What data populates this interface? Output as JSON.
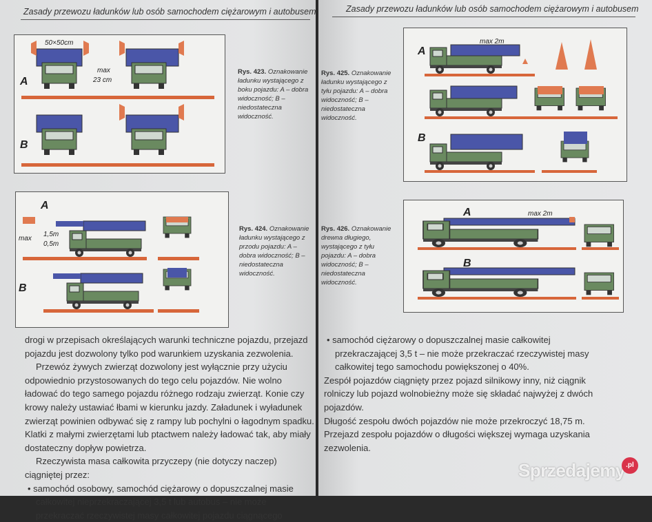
{
  "left_page": {
    "header": "Zasady przewozu ładunków lub osób samochodem ciężarowym i autobusem",
    "fig423": {
      "labels": [
        "A",
        "B"
      ],
      "dim_size": "50×50cm",
      "dim_max": "max",
      "dim_value": "23 cm",
      "caption_num": "Rys. 423.",
      "caption_text": "Oznakowanie ładunku wystającego z boku pojazdu: A – dobra widoczność; B – niedostateczna widoczność."
    },
    "fig424": {
      "labels": [
        "A",
        "B"
      ],
      "dim_max": "max",
      "dim_1": "1,5m",
      "dim_2": "0,5m",
      "caption_num": "Rys. 424.",
      "caption_text": "Oznakowanie ładunku wystającego z przodu pojazdu: A – dobra widoczność; B – niedostateczna widoczność."
    },
    "paragraphs": [
      "drogi w przepisach określających warunki techniczne pojazdu, przejazd pojazdu jest dozwolony tylko pod warunkiem uzyskania zezwolenia.",
      "Przewóz żywych zwierząt dozwolony jest wyłącznie przy użyciu odpowiednio przystosowanych do tego celu pojazdów. Nie wolno ładować do tego samego pojazdu różnego rodzaju zwierząt. Konie czy krowy należy ustawiać łbami w kierunku jazdy. Załadunek i wyładunek zwierząt powinien odbywać się z rampy lub pochylni o łagodnym spadku. Klatki z małymi zwierzętami lub ptactwem należy ładować tak, aby miały dostateczny dopływ powietrza.",
      "Rzeczywista masa całkowita przyczepy (nie dotyczy naczep) ciągniętej przez:",
      "samochód osobowy, samochód ciężarowy o dopuszczalnej masie całkowitej nieprzekraczającej 3,5 t lub autobus – nie może przekraczać rzeczywistej masy całkowitej pojazdu ciągnącego"
    ]
  },
  "right_page": {
    "header": "Zasady przewozu ładunków lub osób samochodem ciężarowym i autobusem",
    "fig425": {
      "labels": [
        "A",
        "B"
      ],
      "dim_value": "max 2m",
      "caption_num": "Rys. 425.",
      "caption_text": "Oznakowanie ładunku wystającego z tyłu pojazdu: A – dobra widoczność; B – niedostateczna widoczność."
    },
    "fig426": {
      "labels": [
        "A",
        "B"
      ],
      "dim_value": "max 2m",
      "caption_num": "Rys. 426.",
      "caption_text": "Oznakowanie drewna długiego, wystającego z tyłu pojazdu: A – dobra widoczność; B – niedostateczna widoczność."
    },
    "paragraphs": [
      "samochód ciężarowy o dopuszczalnej masie całkowitej przekraczającej 3,5 t – nie może przekraczać rzeczywistej masy całkowitej tego samochodu powiększonej o 40%.",
      "Zespół pojazdów ciągnięty przez pojazd silnikowy inny, niż ciągnik rolniczy lub pojazd wolnobieżny może się składać najwyżej z dwóch pojazdów.",
      "Długość zespołu dwóch pojazdów nie może przekroczyć 18,75 m. Przejazd zespołu pojazdów o długości większej wymaga uzyskania zezwolenia."
    ]
  },
  "watermark": {
    "text": "Sprzedajemy",
    "suffix": ".pl"
  },
  "colors": {
    "cargo": "#4a56a8",
    "truck": "#5a7a52",
    "road": "#d7663a",
    "marker": "#e07a50"
  }
}
